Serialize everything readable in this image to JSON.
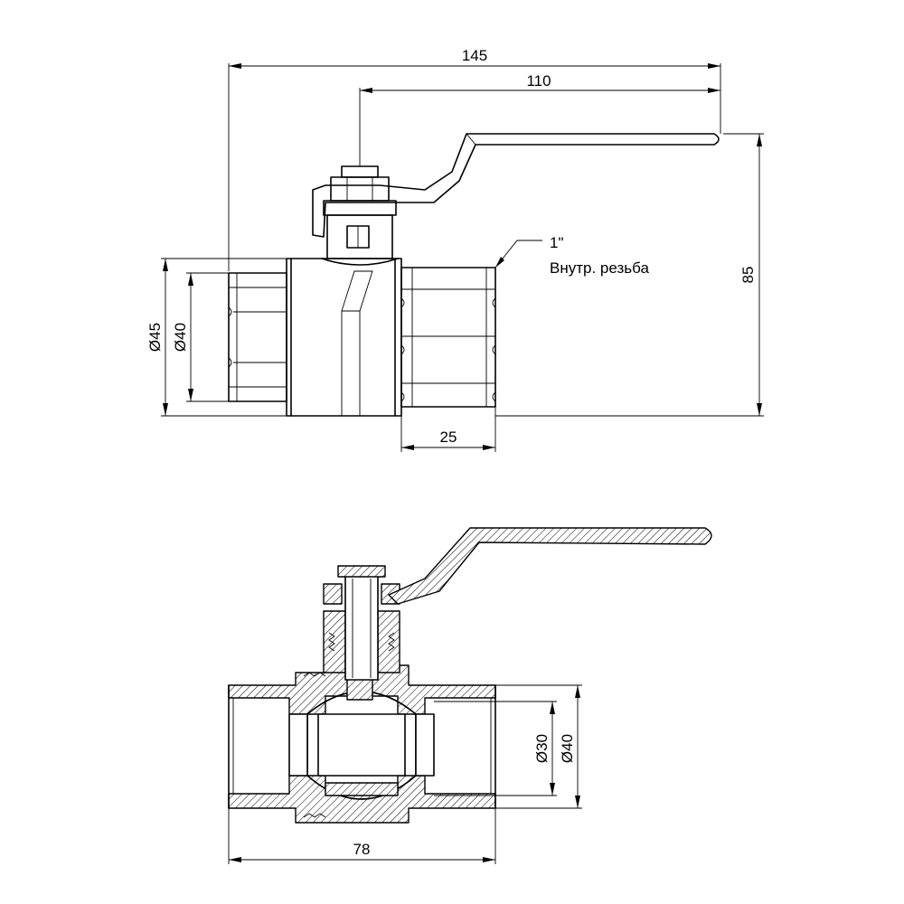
{
  "top_view": {
    "dim_overall_length": "145",
    "dim_handle_length": "110",
    "dim_height": "85",
    "dim_outer_diameter": "Ø45",
    "dim_thread_diameter": "Ø40",
    "dim_thread_length": "25",
    "thread_size": "1\"",
    "thread_type": "Внутр. резьба"
  },
  "section_view": {
    "dim_bore_diameter": "Ø30",
    "dim_thread_diameter": "Ø40",
    "dim_body_length": "78"
  }
}
